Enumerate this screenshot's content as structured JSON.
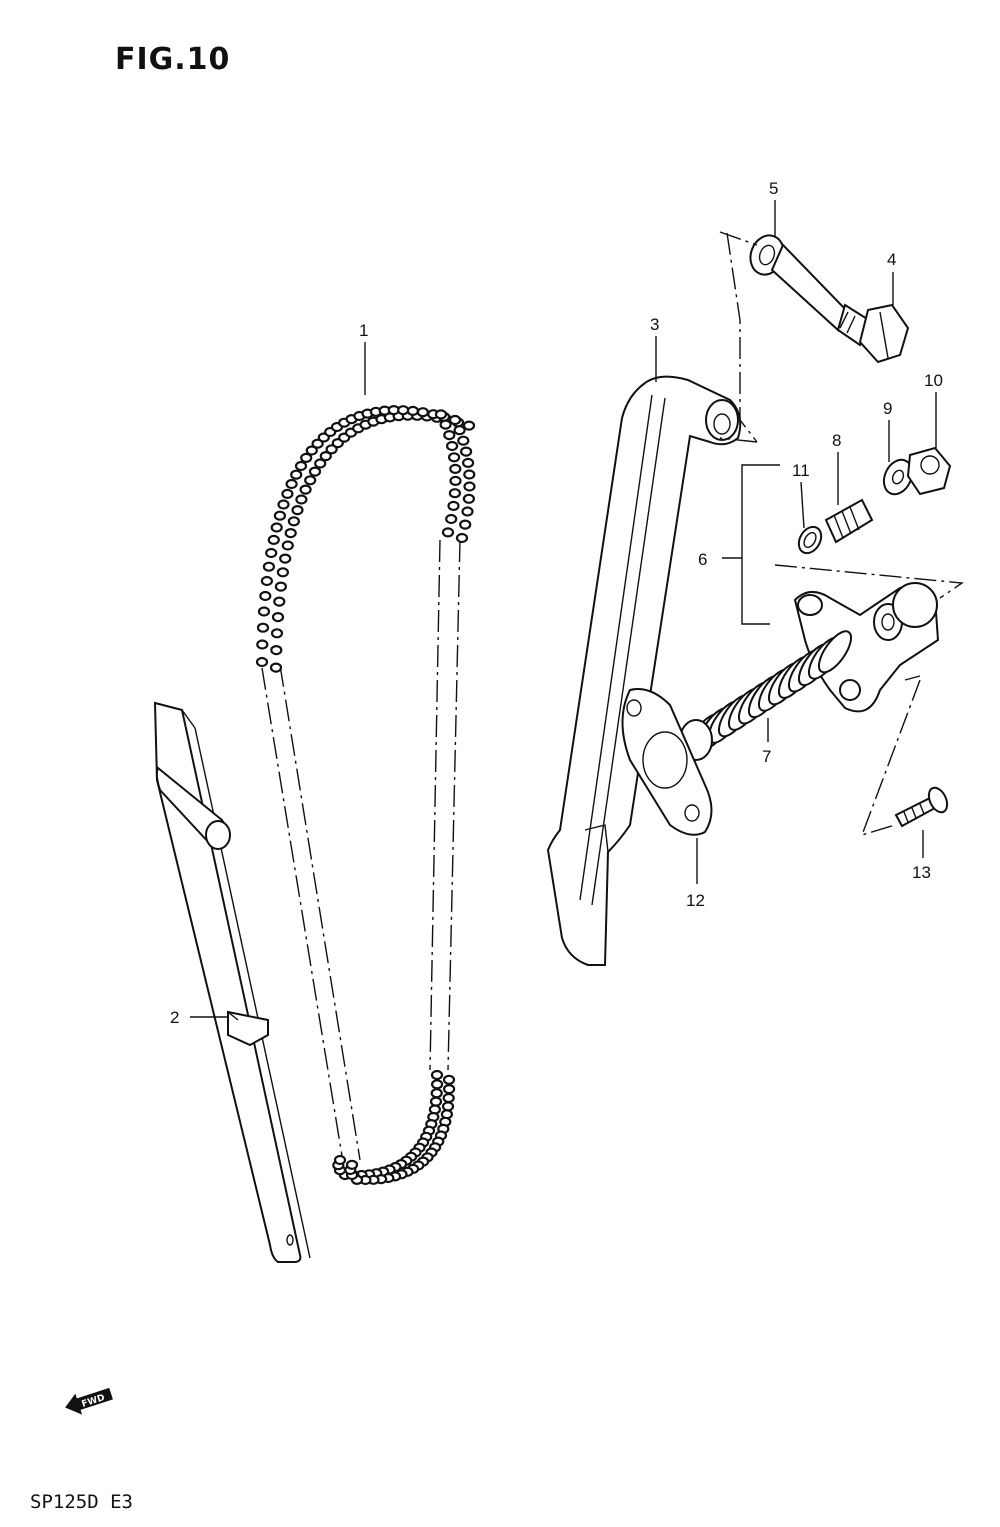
{
  "figure": {
    "title": "FIG.10"
  },
  "footer": {
    "model": "SP125D E3"
  },
  "fwd_badge": {
    "label": "FWD",
    "icon": "forward-arrow-icon"
  },
  "callouts": [
    {
      "id": "1",
      "label": "1"
    },
    {
      "id": "2",
      "label": "2"
    },
    {
      "id": "3",
      "label": "3"
    },
    {
      "id": "4",
      "label": "4"
    },
    {
      "id": "5",
      "label": "5"
    },
    {
      "id": "6",
      "label": "6"
    },
    {
      "id": "7",
      "label": "7"
    },
    {
      "id": "8",
      "label": "8"
    },
    {
      "id": "9",
      "label": "9"
    },
    {
      "id": "10",
      "label": "10"
    },
    {
      "id": "11",
      "label": "11"
    },
    {
      "id": "12",
      "label": "12"
    },
    {
      "id": "13",
      "label": "13"
    }
  ]
}
